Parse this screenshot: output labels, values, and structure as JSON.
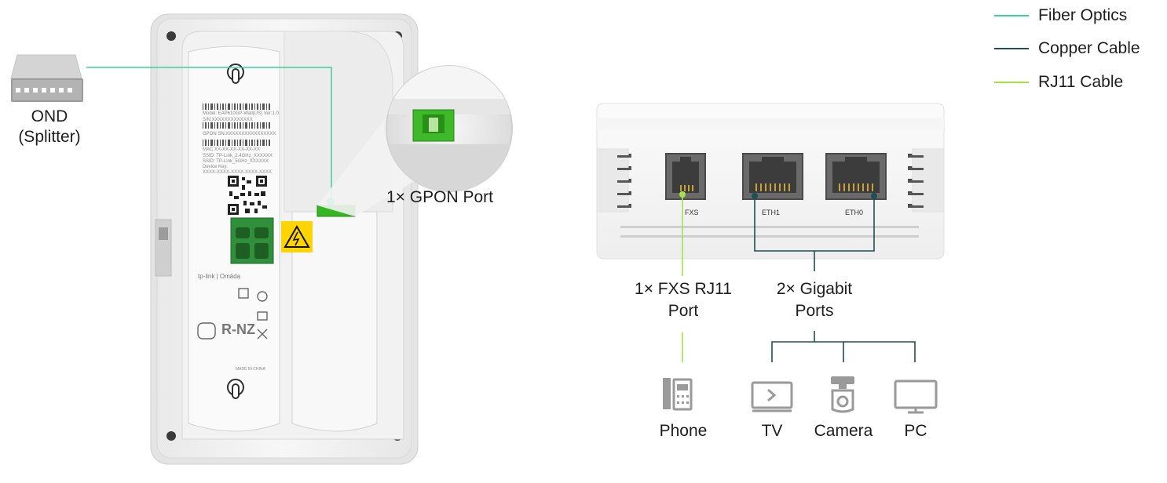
{
  "legend": [
    {
      "label": "Fiber Optics",
      "color": "#3ecf9a"
    },
    {
      "label": "Copper Cable",
      "color": "#1f4f52"
    },
    {
      "label": "RJ11 Cable",
      "color": "#a6e14a"
    }
  ],
  "device_back": {
    "ond_label_line1": "OND",
    "ond_label_line2": "(Splitter)",
    "gpon_port_label": "1× GPON Port",
    "sticker": {
      "model": "Model: EAP610GP-Wall(US)  Ver:1.0",
      "sn": "S/N:XXXXXXXXXXXXX",
      "gpon_sn": "GPON SN:XXXXXXXXXXXXXXXX",
      "mac": "MAC:XX-XX-XX-XX-XX-XX",
      "ssid1": "SSID: TP-Link_2.4GHz_XXXXXX",
      "ssid2": "SSID: TP-Link_5GHz_XXXXXX",
      "device_key_label": "Device Key:",
      "device_key": "XXXX-XXXX-XXXX-XXXX-XXXX",
      "brand": "tp-link | Omāda",
      "rnz": "R-NZ",
      "made_in": "MADE IN CHINA"
    }
  },
  "device_front": {
    "port_labels": [
      "FXS",
      "ETH1",
      "ETH0"
    ],
    "fxs_callout": [
      "1× FXS RJ11",
      "Port"
    ],
    "gigabit_callout": [
      "2× Gigabit",
      "Ports"
    ],
    "endpoints": [
      {
        "label": "Phone",
        "icon": "phone-icon"
      },
      {
        "label": "TV",
        "icon": "tv-icon"
      },
      {
        "label": "Camera",
        "icon": "camera-icon"
      },
      {
        "label": "PC",
        "icon": "pc-icon"
      }
    ]
  },
  "colors": {
    "fiber": "#3ecf9a",
    "copper": "#1f4f52",
    "rj11": "#a6e14a",
    "port_green": "#35b51f",
    "warning_yellow": "#ffd400",
    "terminal_green": "#2f8f3a"
  }
}
